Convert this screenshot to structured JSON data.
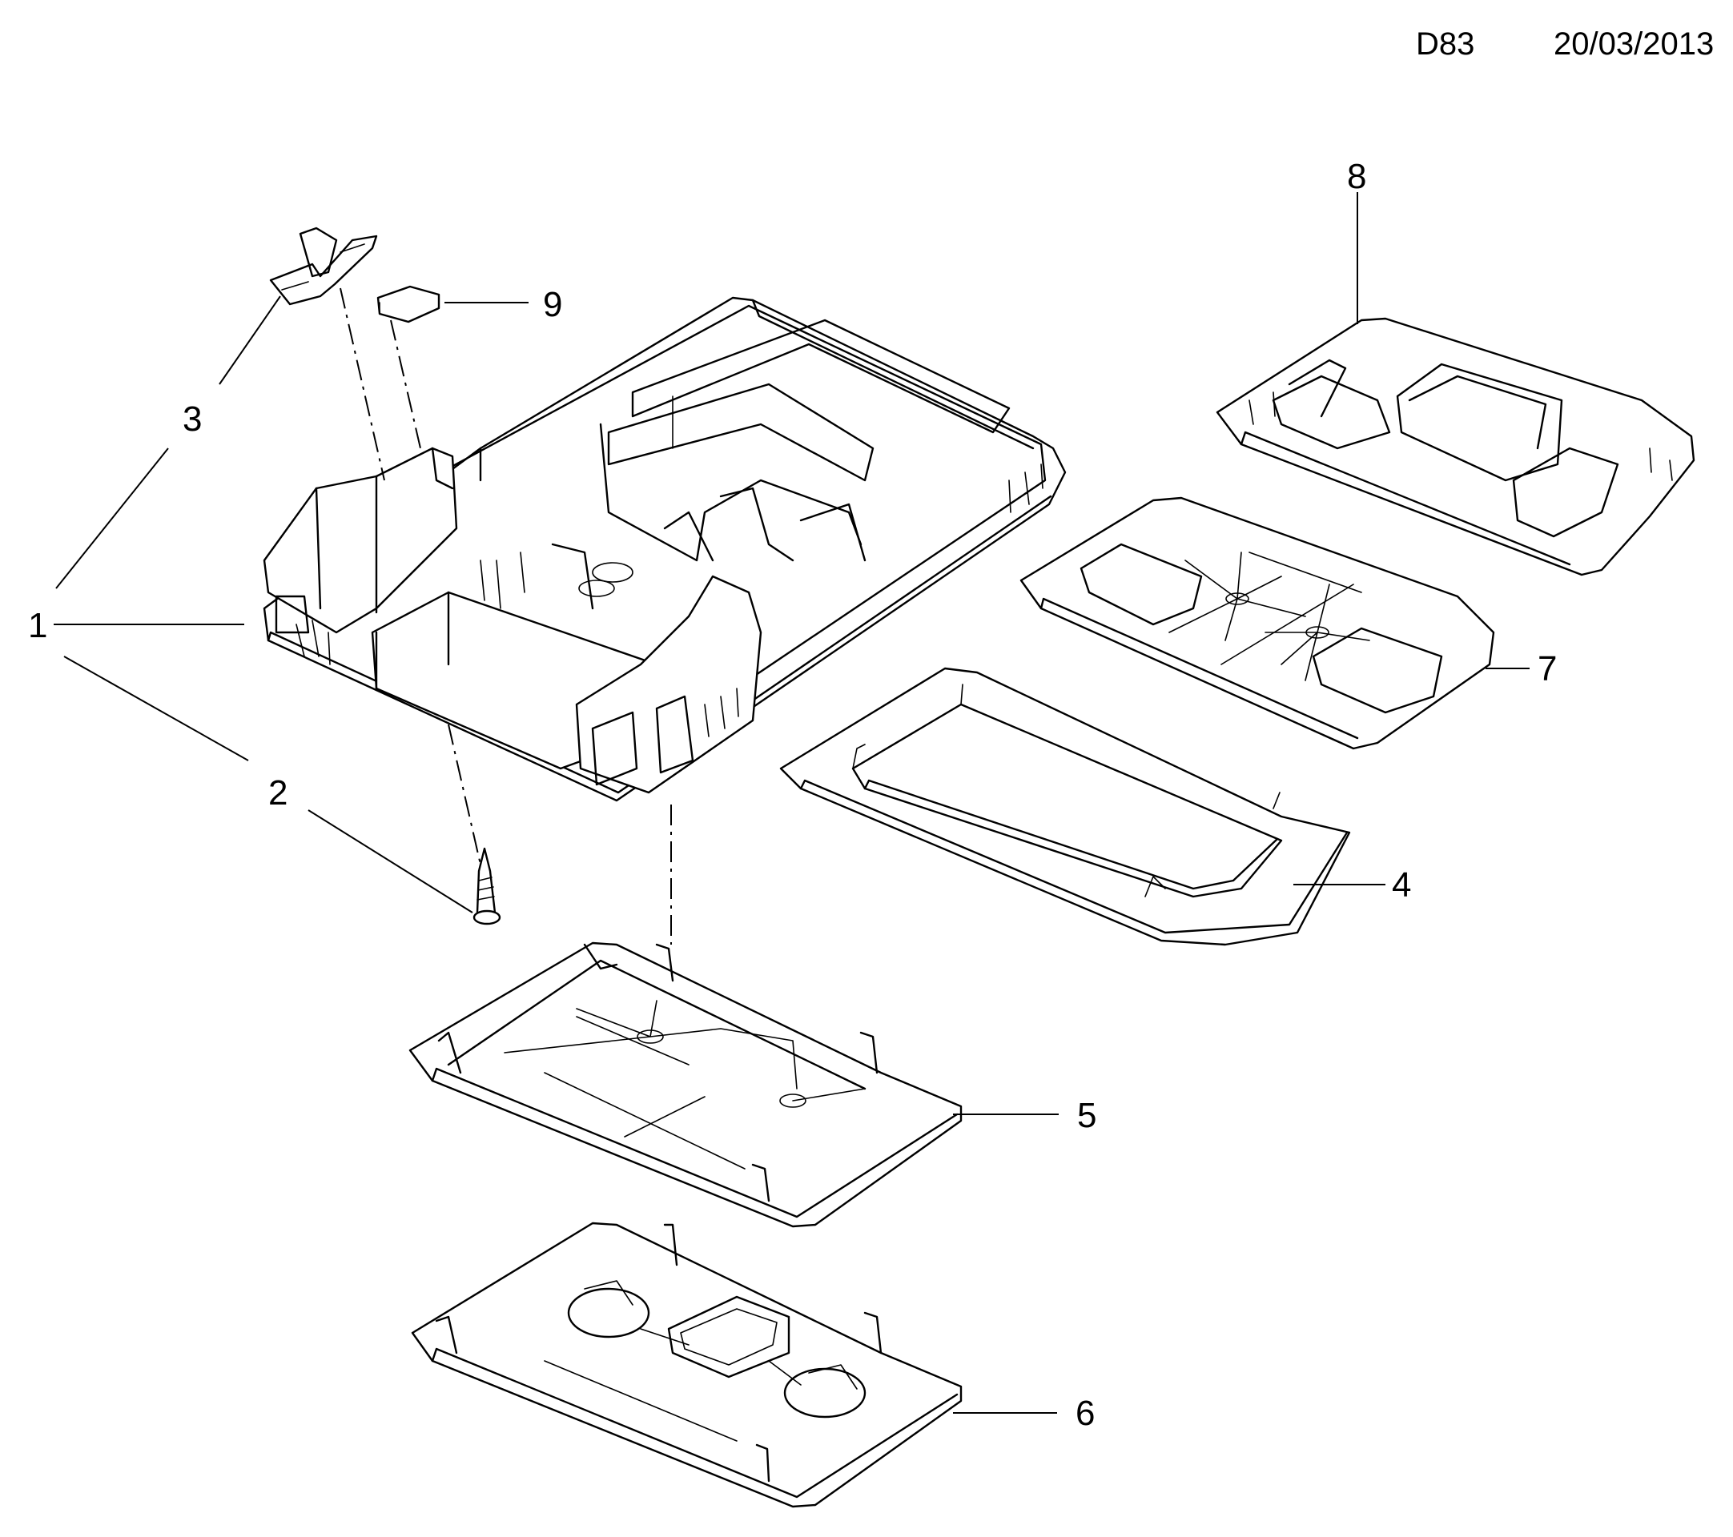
{
  "header": {
    "page_code": "D83",
    "date": "20/03/2013"
  },
  "callouts": {
    "c1": "1",
    "c2": "2",
    "c3": "3",
    "c4": "4",
    "c5": "5",
    "c6": "6",
    "c7": "7",
    "c8": "8",
    "c9": "9"
  }
}
